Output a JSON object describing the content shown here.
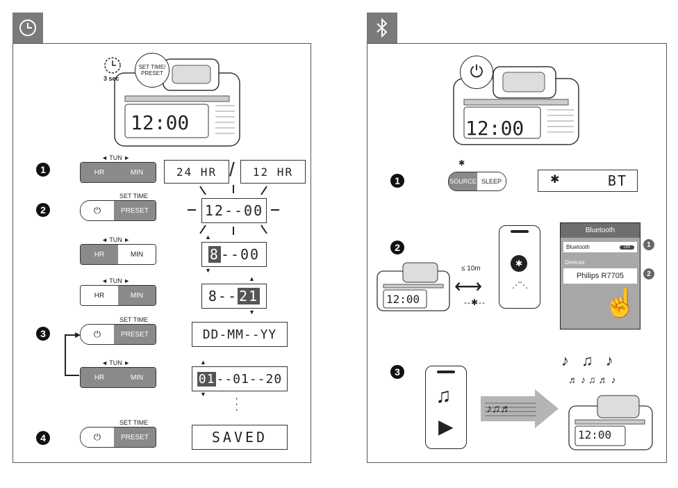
{
  "left": {
    "clock_label": "SET TIME/\nPRESET",
    "timer_label": "3 sec",
    "step1": {
      "num": "1",
      "tun": "◄ TUN ►",
      "hr": "HR",
      "min": "MIN",
      "lcd_a": "24 HR",
      "lcd_b": "12 HR"
    },
    "step2": {
      "num": "2",
      "set_time": "SET TIME",
      "preset": "PRESET",
      "lcd1": "12--00",
      "tun": "◄ TUN ►",
      "hr": "HR",
      "min": "MIN",
      "lcd2_h": "8",
      "lcd2_m": "--00",
      "lcd3_h": "8--",
      "lcd3_m": "21"
    },
    "step3": {
      "num": "3",
      "set_time": "SET TIME",
      "preset": "PRESET",
      "lcd1_a": "DD",
      "lcd1_b": "-MM--YY",
      "tun": "◄ TUN ►",
      "hr": "HR",
      "min": "MIN",
      "lcd2_a": "01",
      "lcd2_b": "--01--20"
    },
    "step4": {
      "num": "4",
      "set_time": "SET TIME",
      "preset": "PRESET",
      "lcd": "SAVED"
    },
    "device_display": "12:00"
  },
  "right": {
    "step1": {
      "num": "1",
      "source": "SOURCE",
      "sleep": "SLEEP",
      "lcd": "BT"
    },
    "step2": {
      "num": "2",
      "distance": "≤ 10m",
      "phone_title": "Bluetooth",
      "bt_row": "Bluetooth",
      "toggle": "ON",
      "devices": "Devices",
      "device_name": "Philips R7705",
      "callout1": "1",
      "callout2": "2"
    },
    "step3": {
      "num": "3"
    },
    "device_display": "12:00"
  }
}
